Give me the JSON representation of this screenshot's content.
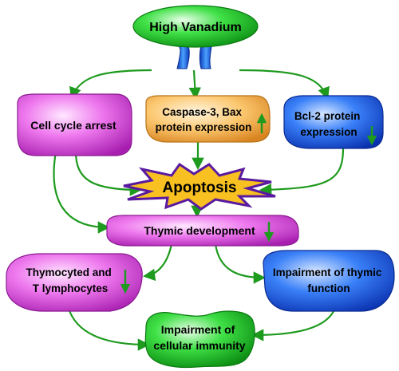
{
  "nodes": {
    "high_vanadium": {
      "lines": [
        "High Vanadium"
      ]
    },
    "cell_cycle_arrest": {
      "lines": [
        "Cell cycle arrest"
      ]
    },
    "caspase_bax": {
      "lines": [
        "Caspase-3, Bax",
        "protein expression"
      ],
      "change": "up"
    },
    "bcl2": {
      "lines": [
        "Bcl-2 protein",
        "expression"
      ],
      "change": "down"
    },
    "apoptosis": {
      "lines": [
        "Apoptosis"
      ]
    },
    "thymic_development": {
      "lines": [
        "Thymic development"
      ],
      "change": "down"
    },
    "thymocytes": {
      "lines": [
        "Thymocyted and",
        "T lymphocytes"
      ],
      "change": "down"
    },
    "impairment_thymic": {
      "lines": [
        "Impairment of thymic",
        "function"
      ]
    },
    "impairment_cellular": {
      "lines": [
        "Impairment of",
        "cellular immunity"
      ]
    }
  },
  "colors": {
    "green_node": "#22c828",
    "magenta_node": "#e060e0",
    "orange_node": "#f8b050",
    "blue_node": "#2a6ef0",
    "arrow": "#1e9a1e",
    "receptor": "#1e70f0",
    "burst_fill": "#f8c020",
    "burst_stroke": "#5a1aa0"
  }
}
